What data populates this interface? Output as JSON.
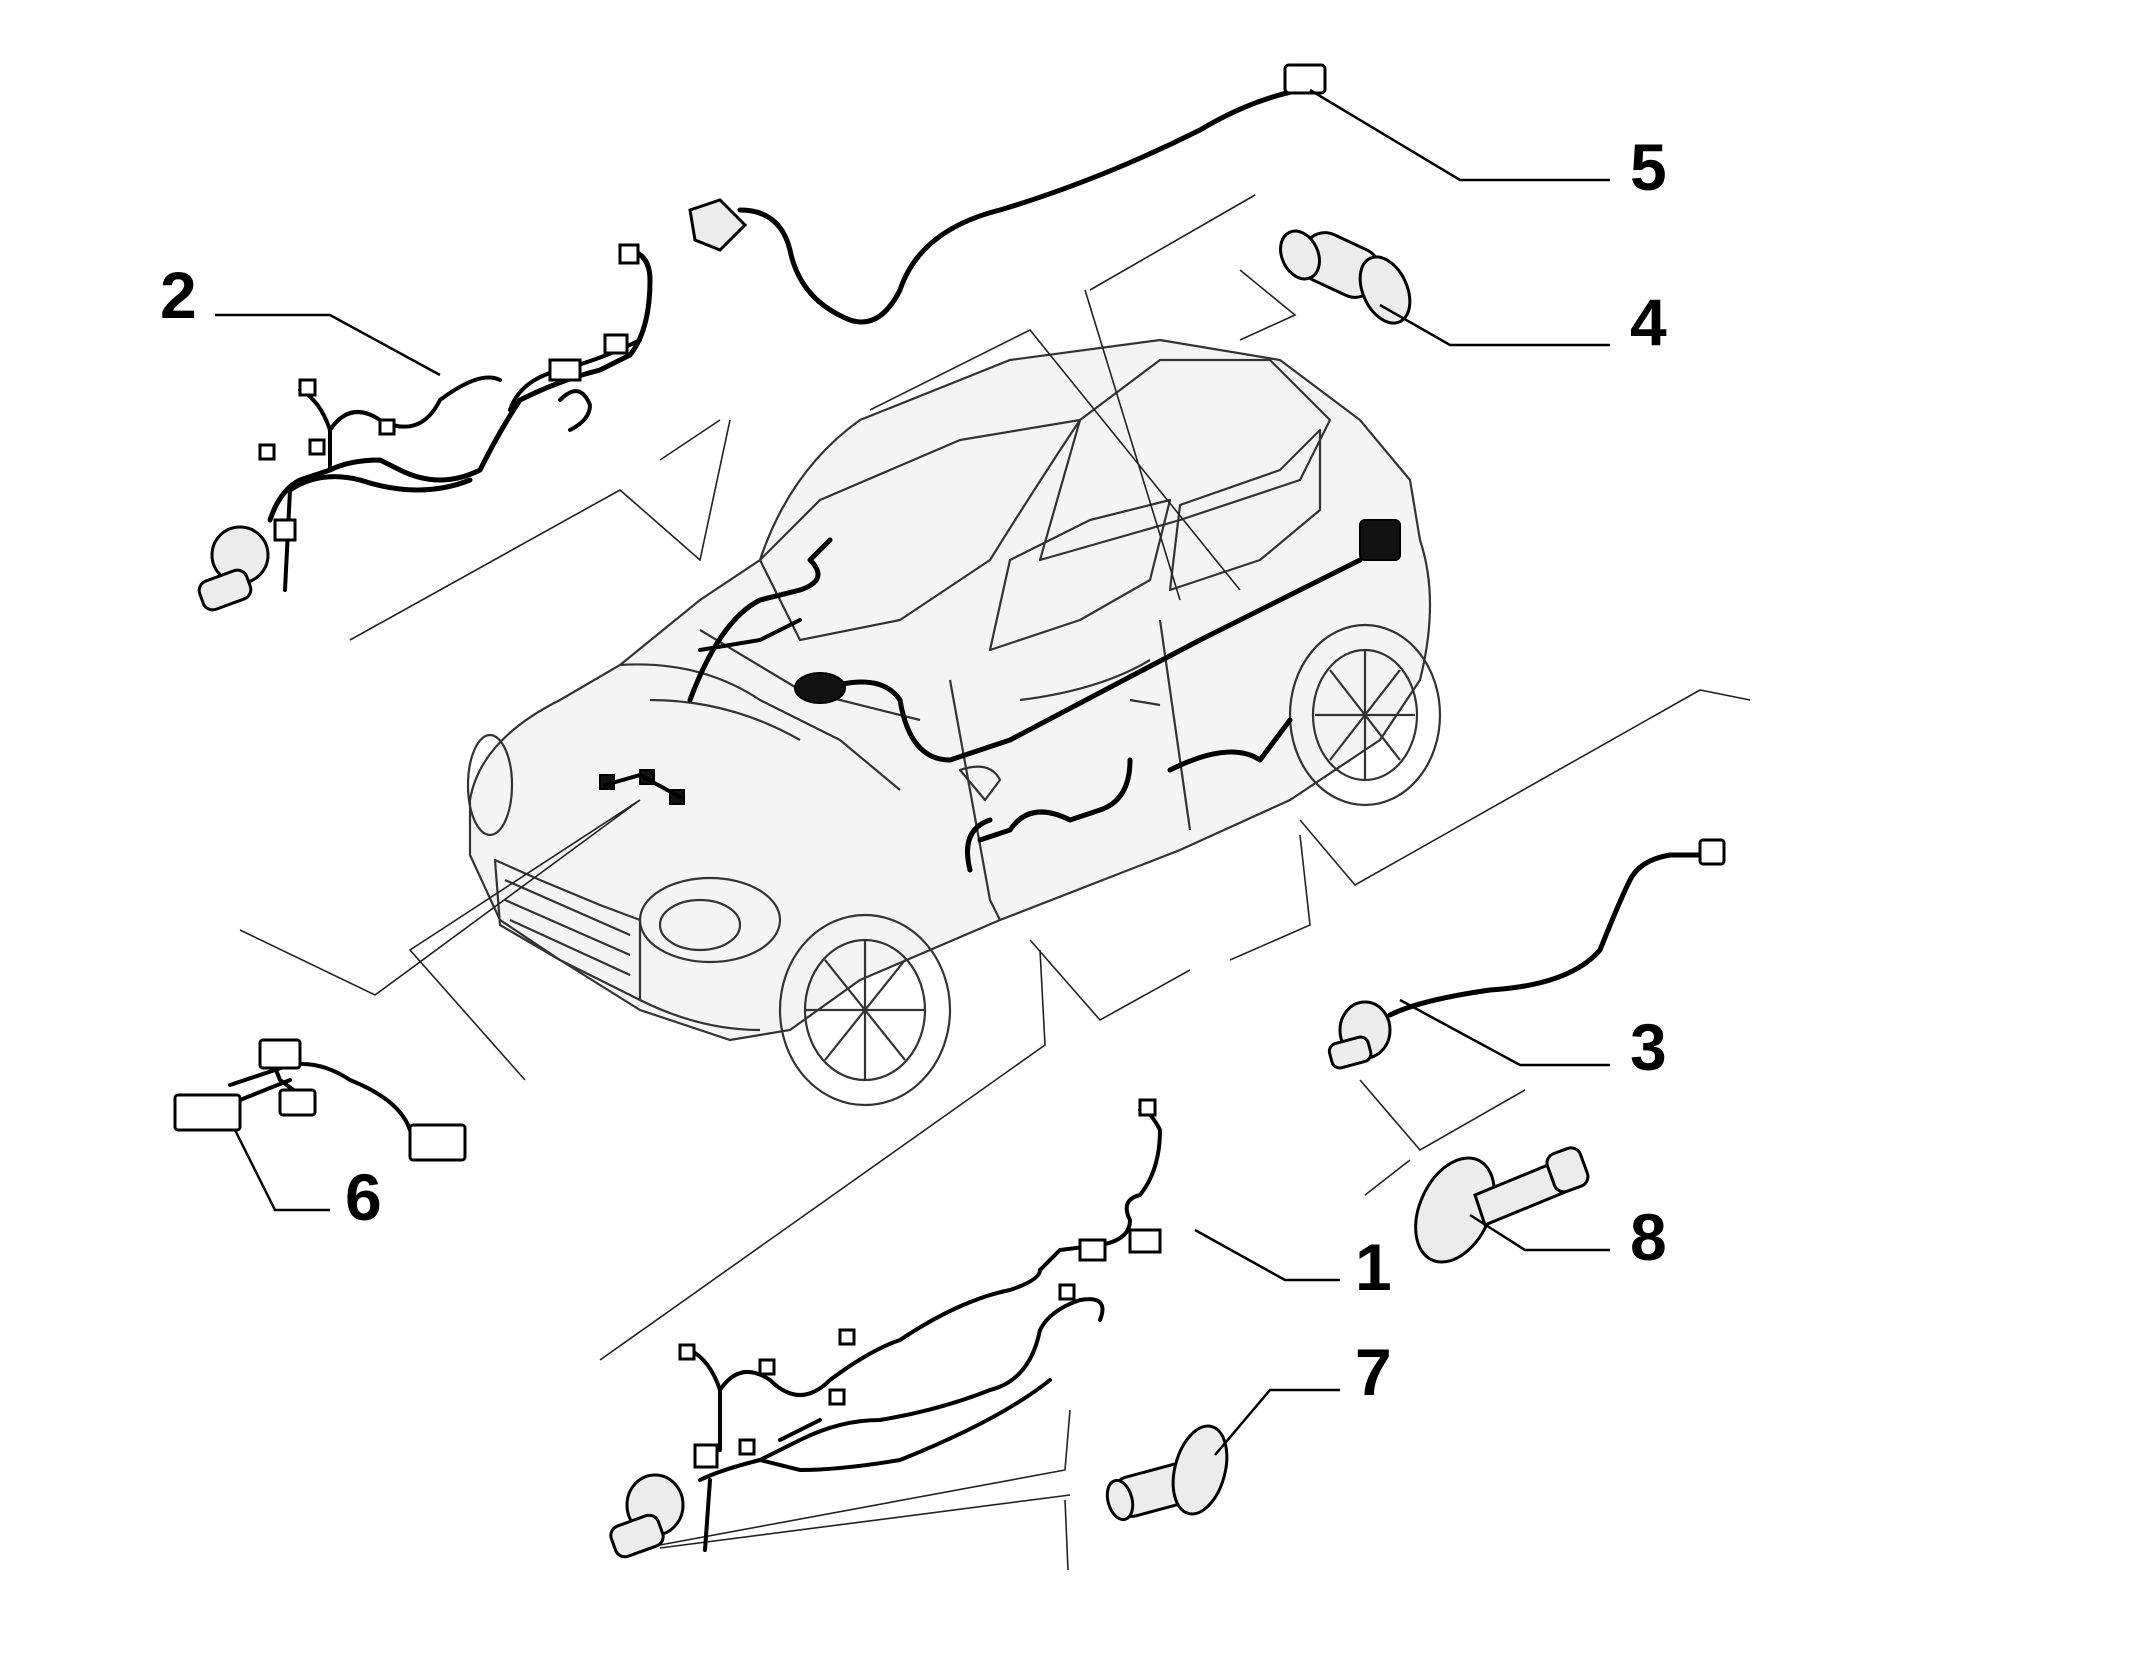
{
  "callouts": {
    "c1": "1",
    "c2": "2",
    "c3": "3",
    "c4": "4",
    "c5": "5",
    "c6": "6",
    "c7": "7",
    "c8": "8"
  },
  "colors": {
    "line": "#000000",
    "background": "#ffffff"
  },
  "icons": {
    "vehicle": "car-outline-icon",
    "harness": "wiring-harness-icon",
    "grommet": "grommet-icon"
  }
}
